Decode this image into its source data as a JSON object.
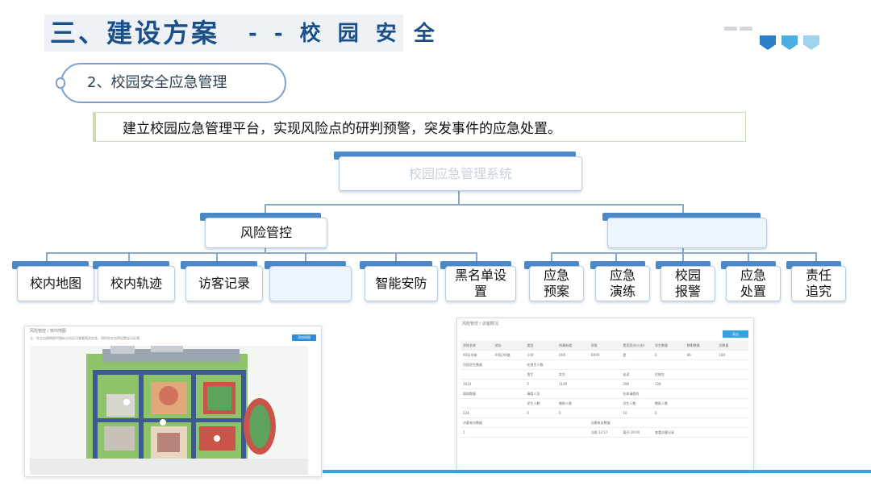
{
  "header": {
    "title": "三、建设方案",
    "subtitle": "- - 校 园 安 全",
    "shield_colors": [
      "#2b7fc7",
      "#4aaee3",
      "#9fd3f0"
    ]
  },
  "section": {
    "label": "2、校园安全应急管理"
  },
  "intro": {
    "text": "建立校园应急管理平台，实现风险点的研判预警，突发事件的应急处置。"
  },
  "tree": {
    "root": "校园应急管理系统",
    "branches": [
      "风险管控",
      ""
    ],
    "leaves_left": [
      "校内地图",
      "校内轨迹",
      "访客记录",
      "",
      "智能安防",
      "黑名单设置"
    ],
    "leaves_right": [
      "应急预案",
      "应急演练",
      "校园报警",
      "应急处置",
      "责任追究"
    ]
  },
  "screenshot_left": {
    "breadcrumb": "风险管控 / 校内地图",
    "subtext": "注：在左右侧地图中图标点击后可查看相关信息，同时在在右侧设置显示区域",
    "button": "添加地图"
  },
  "screenshot_right": {
    "breadcrumb": "风险管控 / 访客概况",
    "button": "导出",
    "rows": [
      [
        "学校名称",
        "地址",
        "类型",
        "所属街道",
        "学段",
        "是否民办(公办)",
        "学生数量",
        "教职数量",
        "总数量"
      ],
      [
        "XX区学校",
        "XX区XX路",
        "小学",
        "XXX",
        "XXXX",
        "是",
        "0",
        "46",
        "100"
      ],
      [
        "住宿学生数量",
        "",
        "在校生人数",
        "",
        "",
        "",
        "",
        "",
        ""
      ],
      [
        "",
        "",
        "男生",
        "女生",
        "",
        "走读",
        "住校生",
        "",
        ""
      ],
      [
        "1614",
        "",
        "5",
        "1149",
        "",
        "296",
        "128",
        "",
        ""
      ],
      [
        "离校数量",
        "",
        "请假人员",
        "",
        "",
        "在校请假的",
        "",
        "",
        ""
      ],
      [
        "",
        "",
        "学生人数",
        "教职人数",
        "",
        "学生人数",
        "教职人数",
        "",
        ""
      ],
      [
        "224",
        "",
        "0",
        "0",
        "",
        "10",
        "0",
        "",
        ""
      ],
      [
        "访客来访数据",
        "",
        "",
        "",
        "访客来访数据",
        "",
        "",
        "",
        ""
      ],
      [
        "1",
        "",
        "",
        "",
        "当前 12:17",
        "离开 16:00",
        "查看访客记录",
        "",
        ""
      ]
    ]
  }
}
